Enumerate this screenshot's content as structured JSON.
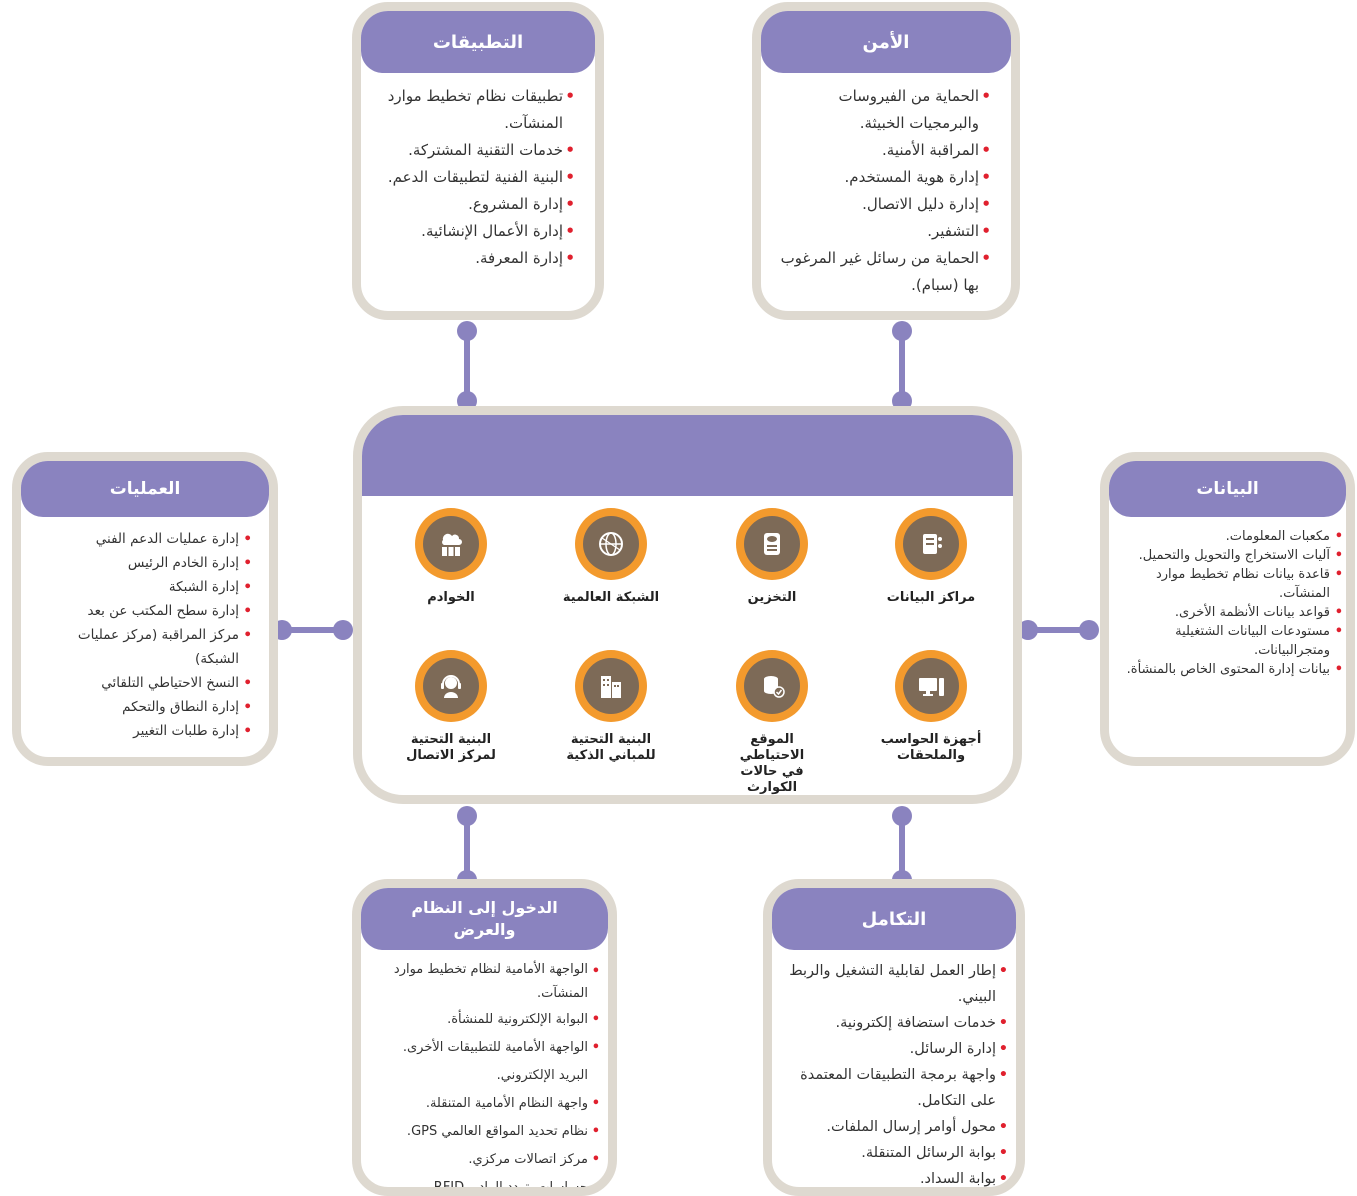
{
  "security": {
    "title": "الأمن",
    "items": [
      "الحماية من الفيروسات والبرمجيات الخبيثة.",
      "المراقبة الأمنية.",
      "إدارة هوية المستخدم.",
      "إدارة دليل الاتصال.",
      "التشفير.",
      "الحماية من رسائل غير المرغوب بها (سبام)."
    ]
  },
  "applications": {
    "title": "التطبيقات",
    "items": [
      "تطبيقات نظام تخطيط موارد المنشآت.",
      "خدمات التقنية المشتركة.",
      "البنية الفنية لتطبيقات الدعم.",
      "إدارة المشروع.",
      "إدارة الأعمال الإنشائية.",
      "إدارة المعرفة."
    ]
  },
  "operations": {
    "title": "العمليات",
    "items": [
      "إدارة عمليات الدعم الفني",
      "إدارة الخادم الرئيس",
      "إدارة الشبكة",
      "إدارة سطح المكتب عن بعد",
      "مركز المراقبة (مركز عمليات الشبكة)",
      "النسخ الاحتياطي التلقائي",
      "إدارة النطاق والتحكم",
      "إدارة طلبات التغيير"
    ]
  },
  "data_card": {
    "title": "البيانات",
    "items": [
      "مكعبات المعلومات.",
      "آليات الاستخراج والتحويل والتحميل.",
      "قاعدة بيانات نظام تخطيط موارد المنشآت.",
      "قواعد بيانات الأنظمة الأخرى.",
      "مستودعات البيانات الشتغيلية ومتجرالبيانات.",
      "بيانات إدارة المحتوى الخاص بالمنشأة."
    ]
  },
  "access": {
    "title": "الدخول إلى النظام والعرض",
    "items": [
      "الواجهة الأمامية لنظام تخطيط موارد المنشآت.",
      "البوابة الإلكترونية للمنشأة.",
      "الواجهة الأمامية للتطبيقات الأخرى.",
      "البريد الإلكتروني.",
      "واجهة النظام الأمامية المتنقلة.",
      "نظام تحديد المواقع العالمي GPS.",
      "مركز اتصالات مركزي.",
      "حساسات بتردد الراديو RFID."
    ]
  },
  "integration": {
    "title": "التكامل",
    "items": [
      "إطار العمل لقابلية التشغيل والربط البيني.",
      "خدمات استضافة إلكترونية.",
      "إدارة الرسائل.",
      "واجهة برمجة التطبيقات المعتمدة على التكامل.",
      "محول أوامر إرسال الملفات.",
      "بوابة الرسائل المتنقلة.",
      "بوابة السداد."
    ]
  },
  "center": {
    "features": [
      {
        "label": "مراكز البيانات",
        "icon": "data-center-icon"
      },
      {
        "label": "التخزين",
        "icon": "storage-icon"
      },
      {
        "label": "الشبكة العالمية",
        "icon": "globe-network-icon"
      },
      {
        "label": "الخوادم",
        "icon": "cloud-servers-icon"
      },
      {
        "label": "أجهزة الحواسب والملحقات",
        "icon": "computer-icon"
      },
      {
        "label": "الموقع الاحتياطي في حالات الكوارث",
        "icon": "backup-database-icon"
      },
      {
        "label": "البنية التحتية للمباني الذكية",
        "icon": "buildings-icon"
      },
      {
        "label": "البنية التحتية لمركز الاتصال",
        "icon": "call-center-icon"
      }
    ]
  },
  "colors": {
    "header_purple": "#8a83bf",
    "card_border": "#ded9d0",
    "bullet_red": "#e0202e",
    "icon_orange": "#f39a2d",
    "icon_brown": "#7d6a57"
  }
}
